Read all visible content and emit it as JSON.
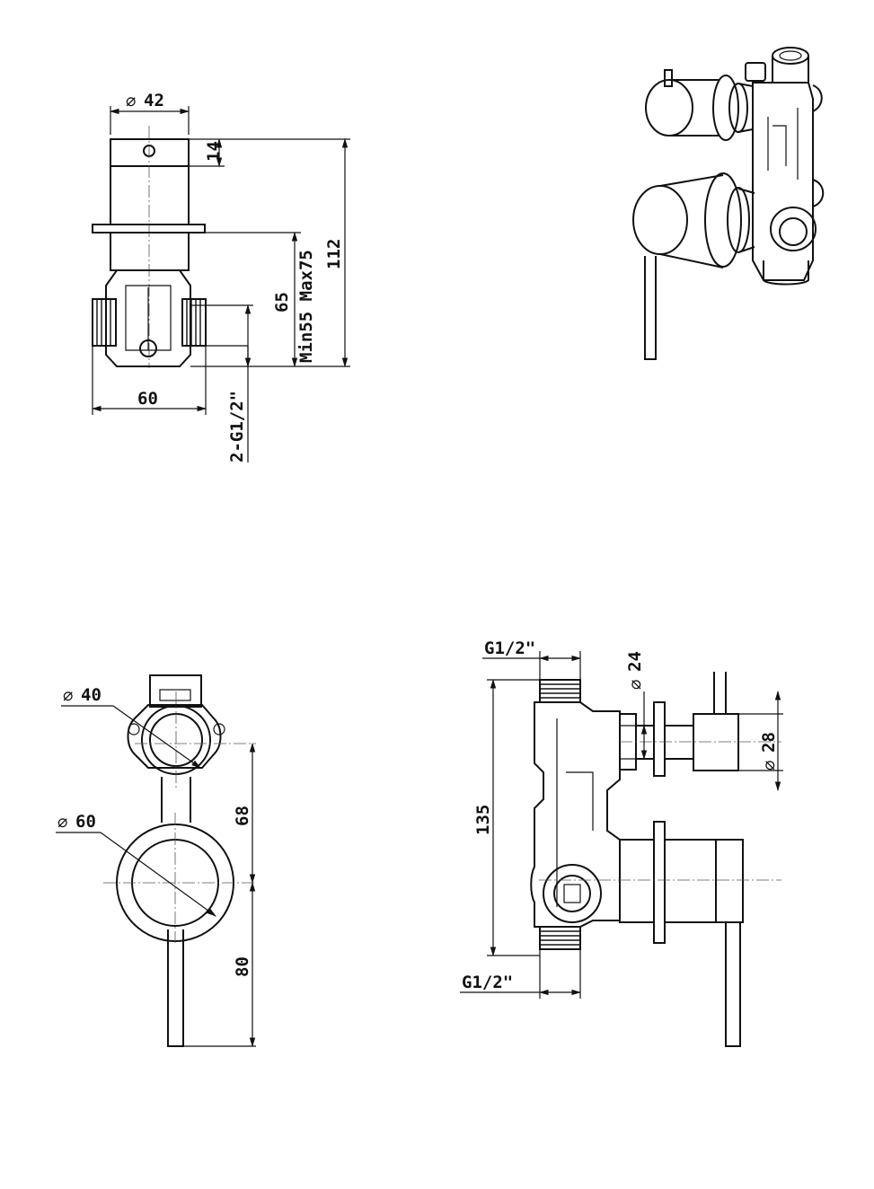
{
  "side_view": {
    "dia_symbol": "⌀",
    "dia_value": "42",
    "height_top": "14",
    "height_total": "112",
    "body_height": "65",
    "install_depth": "Min55 Max75",
    "width": "60",
    "connection": "2-G1/2\""
  },
  "front_view": {
    "dia_small_symbol": "⌀",
    "dia_small_value": "40",
    "dia_large_symbol": "⌀",
    "dia_large_value": "60",
    "spacing_upper": "68",
    "spacing_lower": "80"
  },
  "profile_view": {
    "thread_top": "G1/2\"",
    "thread_bottom": "G1/2\"",
    "height": "135",
    "dia_stem_symbol": "⌀",
    "dia_stem_value": "24",
    "dia_knob_symbol": "⌀",
    "dia_knob_value": "28"
  }
}
